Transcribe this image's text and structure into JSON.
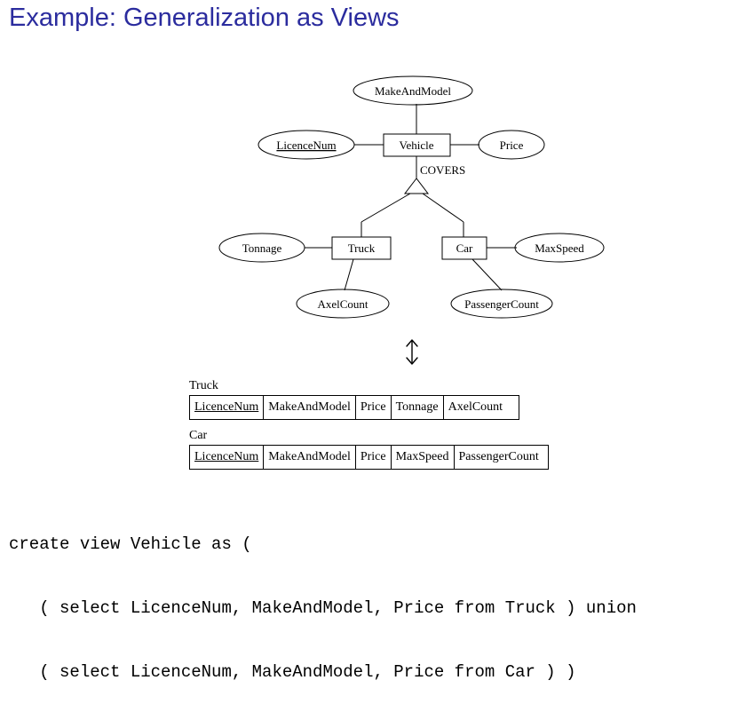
{
  "title": "Example: Generalization as Views",
  "diagram": {
    "entities": {
      "vehicle": "Vehicle",
      "truck": "Truck",
      "car": "Car"
    },
    "attributes": {
      "make_and_model": "MakeAndModel",
      "licence_num": "LicenceNum",
      "price": "Price",
      "tonnage": "Tonnage",
      "axel_count": "AxelCount",
      "max_speed": "MaxSpeed",
      "passenger_count": "PassengerCount"
    },
    "generalization_label": "COVERS"
  },
  "equivalence_icon": "double-headed-vertical-arrow",
  "relations": {
    "truck": {
      "name": "Truck",
      "key_column": "LicenceNum",
      "columns": [
        "MakeAndModel",
        "Price",
        "Tonnage",
        "AxelCount"
      ]
    },
    "car": {
      "name": "Car",
      "key_column": "LicenceNum",
      "columns": [
        "MakeAndModel",
        "Price",
        "MaxSpeed",
        "PassengerCount"
      ]
    }
  },
  "sql": {
    "line1": "create view Vehicle as (",
    "line2": "   ( select LicenceNum, MakeAndModel, Price from Truck ) union",
    "line3": "   ( select LicenceNum, MakeAndModel, Price from Car ) )"
  },
  "colors": {
    "title": "#2b2c9e"
  }
}
